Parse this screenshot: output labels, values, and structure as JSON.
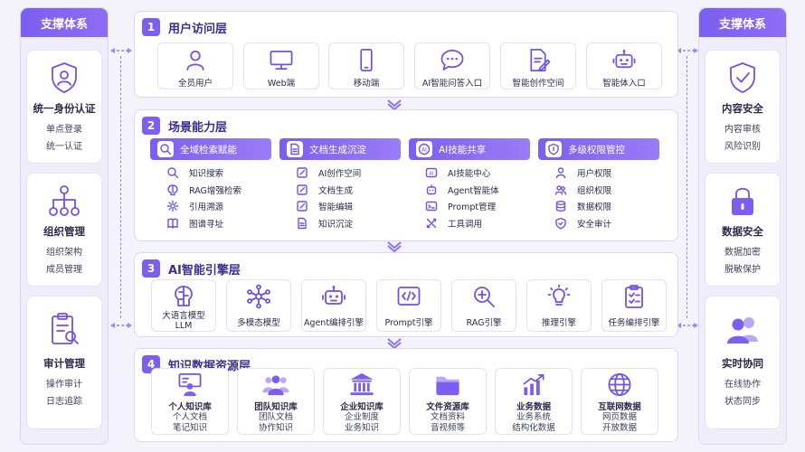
{
  "left_panel": {
    "title": "支撑体系",
    "cards": [
      {
        "icon": "user-shield-icon",
        "title": "统一身份认证",
        "lines": [
          "单点登录",
          "统一认证"
        ]
      },
      {
        "icon": "org-tree-icon",
        "title": "组织管理",
        "lines": [
          "组织架构",
          "成员管理"
        ]
      },
      {
        "icon": "clipboard-search-icon",
        "title": "审计管理",
        "lines": [
          "操作审计",
          "日志追踪"
        ]
      }
    ]
  },
  "right_panel": {
    "title": "支撑体系",
    "cards": [
      {
        "icon": "shield-check-icon",
        "title": "内容安全",
        "lines": [
          "内容审核",
          "风险识别"
        ]
      },
      {
        "icon": "lock-icon",
        "title": "数据安全",
        "lines": [
          "数据加密",
          "脱敏保护"
        ]
      },
      {
        "icon": "users-icon",
        "title": "实时协同",
        "lines": [
          "在线协作",
          "状态同步"
        ]
      }
    ]
  },
  "layers": [
    {
      "num": "1",
      "title": "用户访问层",
      "items": [
        {
          "icon": "user-icon",
          "label": "全员用户"
        },
        {
          "icon": "monitor-icon",
          "label": "Web端"
        },
        {
          "icon": "mobile-icon",
          "label": "移动端"
        },
        {
          "icon": "chat-icon",
          "label": "AI智能问答入口"
        },
        {
          "icon": "doc-edit-icon",
          "label": "智能创作空间"
        },
        {
          "icon": "robot-icon",
          "label": "智能体入口"
        }
      ]
    },
    {
      "num": "2",
      "title": "场景能力层",
      "columns": [
        {
          "icon": "search-icon",
          "title": "全域检索赋能",
          "items": [
            {
              "icon": "search-icon",
              "label": "知识搜索"
            },
            {
              "icon": "brain-icon",
              "label": "RAG增强检索"
            },
            {
              "icon": "gear-icon",
              "label": "引用溯源"
            },
            {
              "icon": "book-icon",
              "label": "图谱寻址"
            }
          ]
        },
        {
          "icon": "document-icon",
          "title": "文档生成沉淀",
          "items": [
            {
              "icon": "pen-icon",
              "label": "AI创作空间"
            },
            {
              "icon": "pen-icon",
              "label": "文档生成"
            },
            {
              "icon": "pen-icon",
              "label": "智能编辑"
            },
            {
              "icon": "doc-icon",
              "label": "知识沉淀"
            }
          ]
        },
        {
          "icon": "ai-icon",
          "title": "AI技能共享",
          "items": [
            {
              "icon": "ai-box-icon",
              "label": "AI技能中心"
            },
            {
              "icon": "robot-icon",
              "label": "Agent智能体"
            },
            {
              "icon": "terminal-icon",
              "label": "Prompt管理"
            },
            {
              "icon": "tools-icon",
              "label": "工具调用"
            }
          ]
        },
        {
          "icon": "shield-icon",
          "title": "多级权限管控",
          "items": [
            {
              "icon": "user-icon",
              "label": "用户权限"
            },
            {
              "icon": "users-icon",
              "label": "组织权限"
            },
            {
              "icon": "database-icon",
              "label": "数据权限"
            },
            {
              "icon": "shield-icon",
              "label": "安全审计"
            }
          ]
        }
      ]
    },
    {
      "num": "3",
      "title": "AI智能引擎层",
      "items": [
        {
          "icon": "brain-icon",
          "label": "大语言模型",
          "label2": "LLM"
        },
        {
          "icon": "network-icon",
          "label": "多模态模型",
          "label2": ""
        },
        {
          "icon": "robot-icon",
          "label": "Agent编排引擎",
          "label2": ""
        },
        {
          "icon": "code-icon",
          "label": "Prompt引擎",
          "label2": ""
        },
        {
          "icon": "zoom-icon",
          "label": "RAG引擎",
          "label2": ""
        },
        {
          "icon": "bulb-icon",
          "label": "推理引擎",
          "label2": ""
        },
        {
          "icon": "checklist-icon",
          "label": "任务编排引擎",
          "label2": ""
        }
      ]
    },
    {
      "num": "4",
      "title": "知识数据资源层",
      "items": [
        {
          "icon": "person-board-icon",
          "title": "个人知识库",
          "lines": [
            "个人文档",
            "笔记知识"
          ]
        },
        {
          "icon": "team-icon",
          "title": "团队知识库",
          "lines": [
            "团队文档",
            "协作知识"
          ]
        },
        {
          "icon": "building-icon",
          "title": "企业知识库",
          "lines": [
            "企业制度",
            "业务知识"
          ]
        },
        {
          "icon": "folder-icon",
          "title": "文件资源库",
          "lines": [
            "文档资料",
            "音视频等"
          ]
        },
        {
          "icon": "chart-icon",
          "title": "业务数据",
          "lines": [
            "业务系统",
            "结构化数据"
          ]
        },
        {
          "icon": "globe-icon",
          "title": "互联网数据",
          "lines": [
            "网页数据",
            "开放数据"
          ]
        }
      ]
    }
  ]
}
